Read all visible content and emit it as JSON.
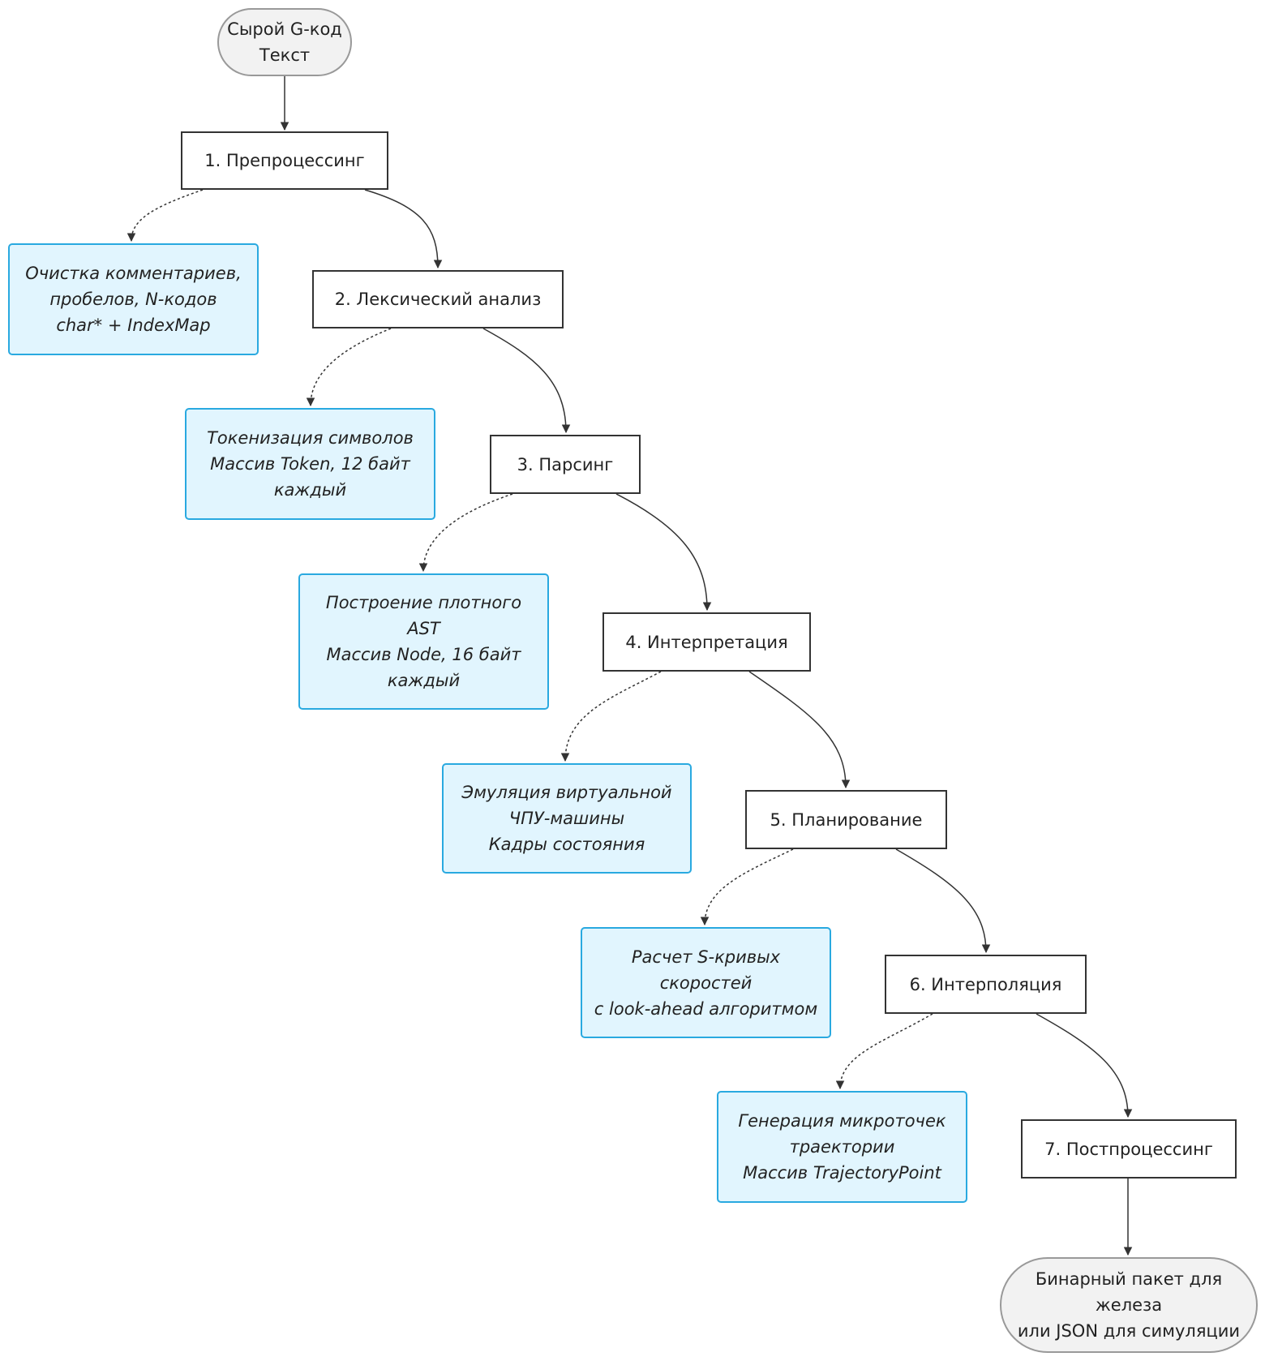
{
  "diagram": {
    "start": {
      "text": "Сырой G-код\nТекст"
    },
    "end": {
      "text": "Бинарный пакет для\nжелеза\nили JSON для симуляции"
    },
    "steps": [
      {
        "text": "1. Препроцессинг"
      },
      {
        "text": "2. Лексический анализ"
      },
      {
        "text": "3. Парсинг"
      },
      {
        "text": "4. Интерпретация"
      },
      {
        "text": "5. Планирование"
      },
      {
        "text": "6. Интерполяция"
      },
      {
        "text": "7. Постпроцессинг"
      }
    ],
    "notes": [
      {
        "text": "Очистка комментариев,\nпробелов, N-кодов\nchar* + IndexMap"
      },
      {
        "text": "Токенизация символов\nМассив Token, 12 байт\nкаждый"
      },
      {
        "text": "Построение плотного\nAST\nМассив Node, 16 байт\nкаждый"
      },
      {
        "text": "Эмуляция виртуальной\nЧПУ-машины\nКадры состояния"
      },
      {
        "text": "Расчет S-кривых\nскоростей\nс look-ahead алгоритмом"
      },
      {
        "text": "Генерация микроточек\nтраектории\nМассив TrajectoryPoint"
      }
    ],
    "colors": {
      "step_border": "#333333",
      "terminal_fill": "#f2f2f2",
      "terminal_border": "#999999",
      "note_fill": "#e1f5fe",
      "note_border": "#29a9e0",
      "edge": "#333333"
    }
  }
}
